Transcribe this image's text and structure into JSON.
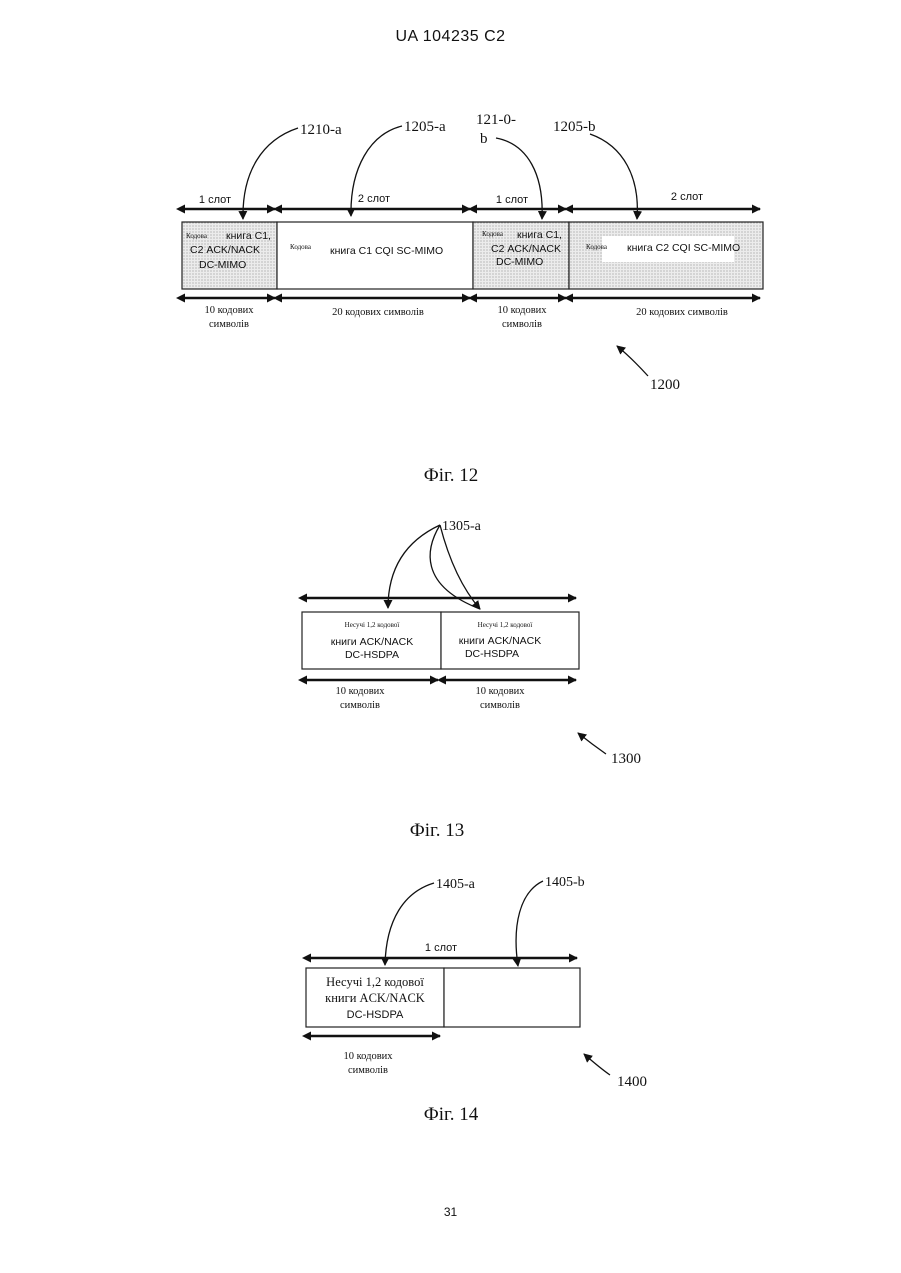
{
  "header": "UA   104235   C2",
  "page_number": "31",
  "fig12": {
    "caption": "Фіг. 12",
    "ref": "1200",
    "callouts": [
      "1210-a",
      "1205-a",
      "121-0-",
      "b",
      "1205-b"
    ],
    "slot_labels": [
      "1 слот",
      "2 слот",
      "1 слот",
      "2 слот"
    ],
    "boxes": [
      {
        "small": "Кодова",
        "l1": "книга С1,",
        "l2": "С2 ACK/NACK",
        "l3": "DC-MIMO"
      },
      {
        "small": "Кодова",
        "l1": "книга С1 CQI SC-MIMO"
      },
      {
        "small": "Кодова",
        "l1": "книга С1,",
        "l2": "С2 ACK/NACK",
        "l3": "DC-MIMO"
      },
      {
        "small": "Кодова",
        "l1": "книга С2 CQI SC-MIMO"
      }
    ],
    "symbol_labels": [
      {
        "l1": "10 кодових",
        "l2": "символів"
      },
      {
        "l1": "20 кодових символів"
      },
      {
        "l1": "10 кодових",
        "l2": "символів"
      },
      {
        "l1": "20 кодових символів"
      }
    ]
  },
  "fig13": {
    "caption": "Фіг. 13",
    "ref": "1300",
    "callout": "1305-а",
    "boxes": [
      {
        "small": "Несучі 1,2 кодової",
        "l1": "книги ACK/NACK",
        "l2": "DC-HSDPA"
      },
      {
        "small": "Несучі 1,2 кодової",
        "l1": "книги ACK/NACK",
        "l2": "DC-HSDPA"
      }
    ],
    "symbol_labels": [
      {
        "l1": "10 кодових",
        "l2": "символів"
      },
      {
        "l1": "10 кодових",
        "l2": "символів"
      }
    ]
  },
  "fig14": {
    "caption": "Фіг. 14",
    "ref": "1400",
    "callouts": [
      "1405-a",
      "1405-b"
    ],
    "slot_label": "1 слот",
    "box": {
      "l1": "Несучі 1,2 кодової",
      "l2": "книги ACK/NACK",
      "l3": "DC-HSDPA"
    },
    "symbol_label": {
      "l1": "10 кодових",
      "l2": "символів"
    }
  }
}
